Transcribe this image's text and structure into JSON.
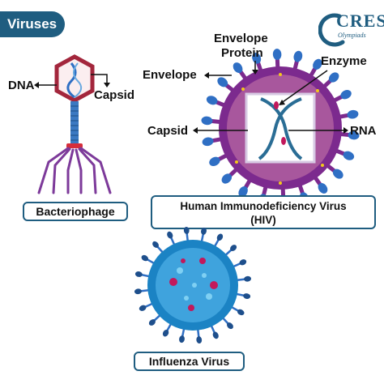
{
  "header": {
    "tag": "Viruses"
  },
  "logo": {
    "wordmark": "CREST",
    "subtitle": "Olympiads"
  },
  "bacteriophage": {
    "name": "Bacteriophage",
    "labels": {
      "dna": "DNA",
      "capsid": "Capsid"
    }
  },
  "hiv": {
    "name_line1": "Human Immunodeficiency Virus",
    "name_line2": "(HIV)",
    "labels": {
      "envelope_protein_1": "Envelope",
      "envelope_protein_2": "Protein",
      "envelope": "Envelope",
      "enzyme": "Enzyme",
      "capsid": "Capsid",
      "rna": "RNA"
    }
  },
  "influenza": {
    "name": "Influenza Virus"
  },
  "colors": {
    "brand": "#1f5d80",
    "hiv_spike": "#2f6fc4",
    "hiv_envelope": "#7c2a8e",
    "phage_head": "#a3263c",
    "phage_tail": "#3b79c2",
    "flu_body": "#1b83c4",
    "flu_knob": "#c2185b"
  }
}
